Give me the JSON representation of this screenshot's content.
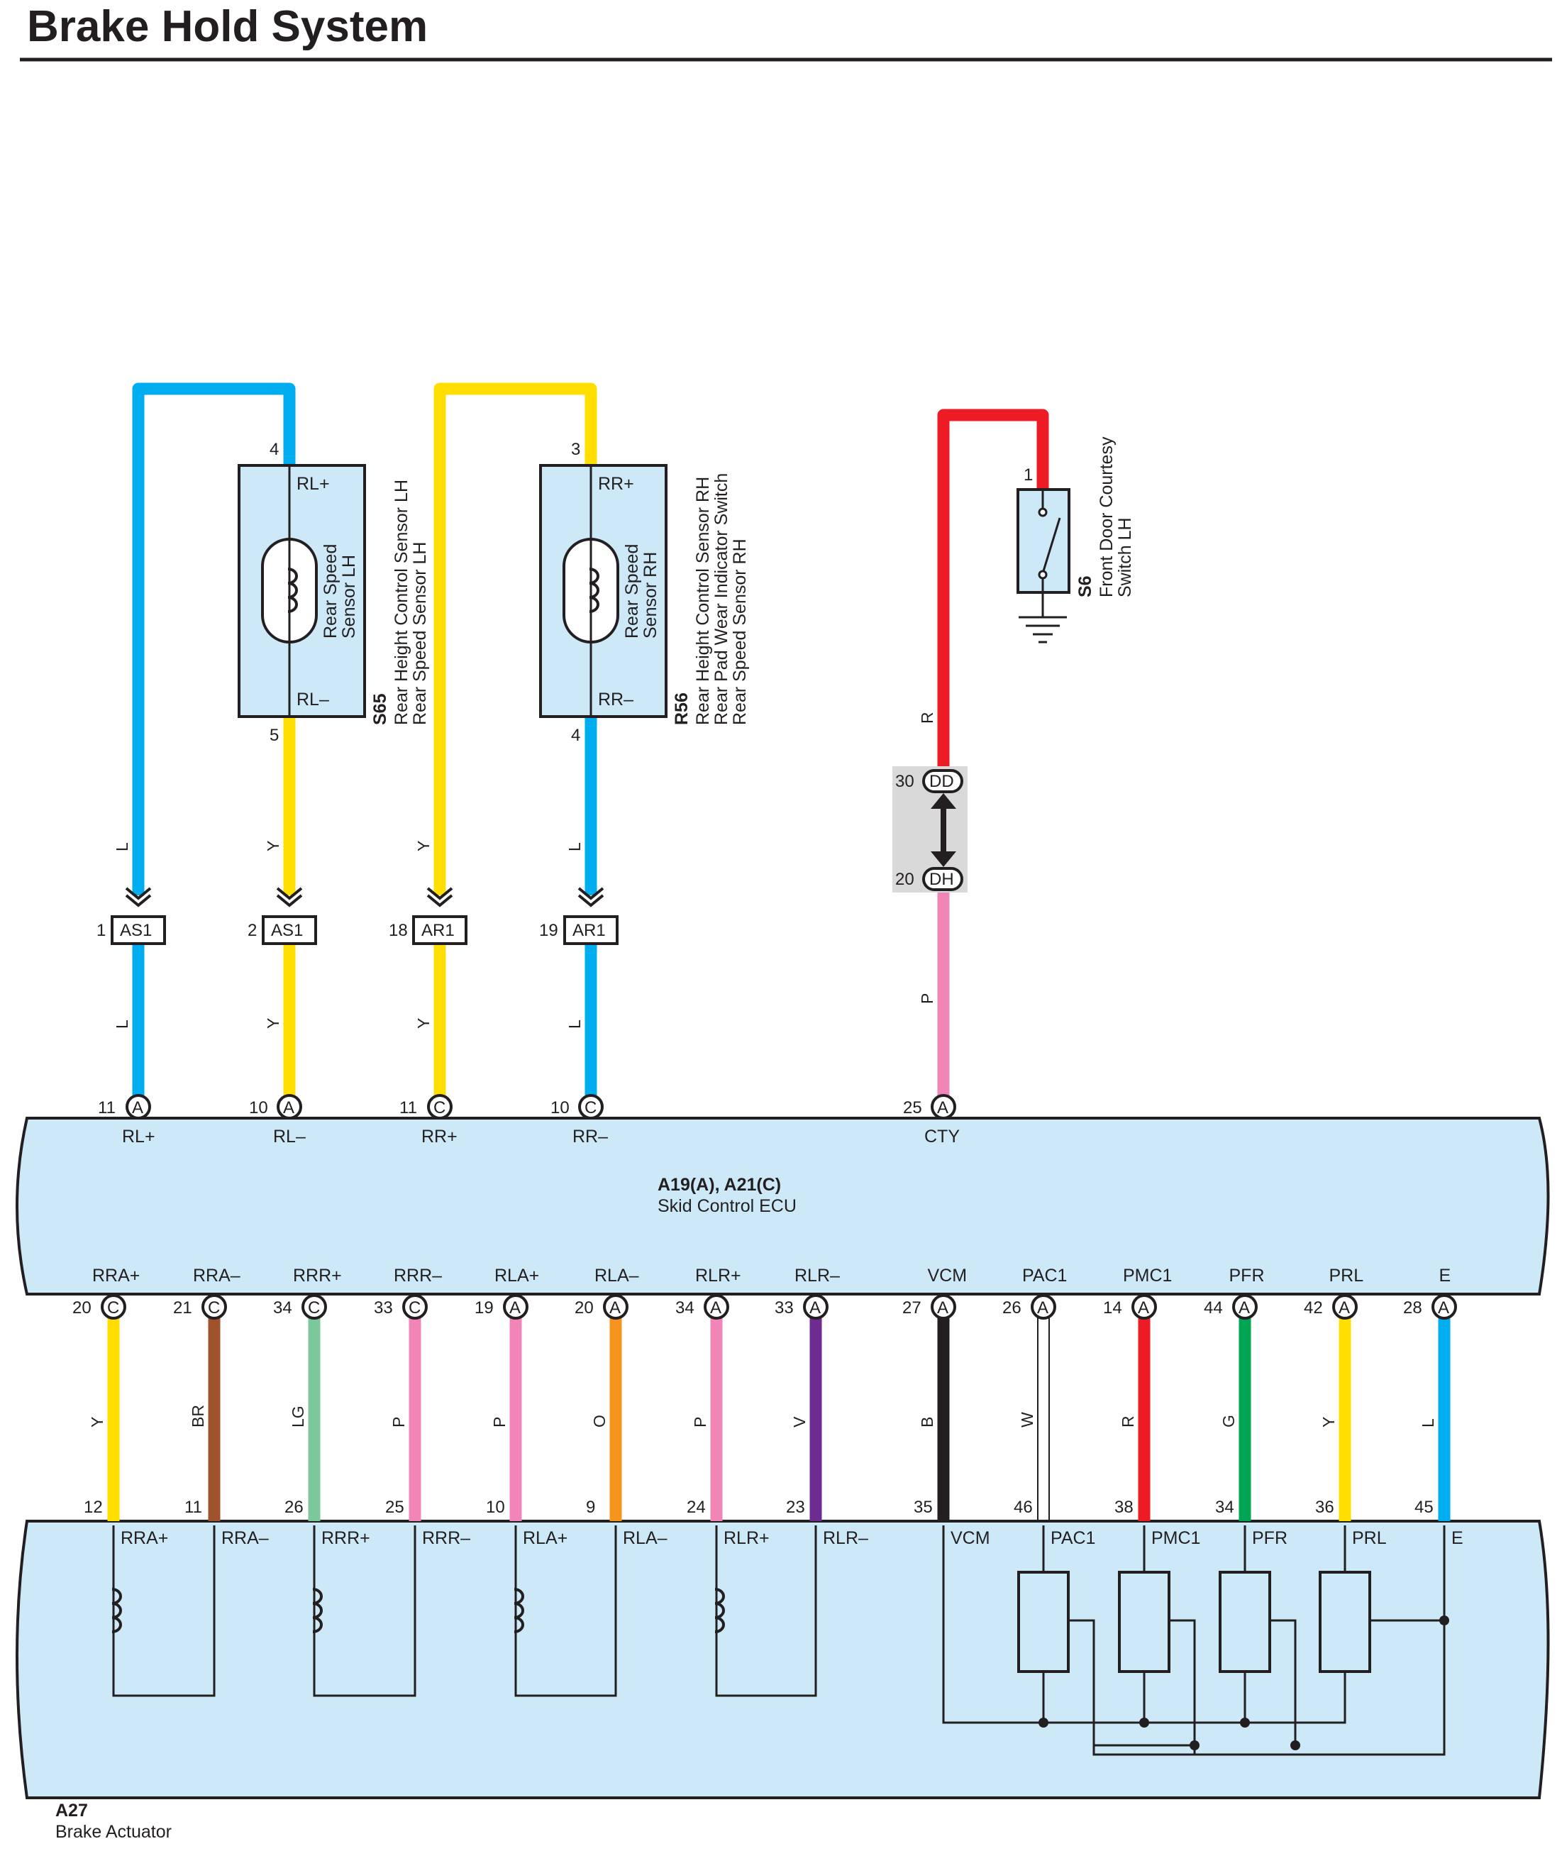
{
  "title": "Brake Hold System",
  "colors": {
    "L": "#00aeef",
    "Y": "#ffde00",
    "R": "#ed1c24",
    "P": "#f285b8",
    "BR": "#a0522d",
    "LG": "#7cc89a",
    "O": "#f7941d",
    "V": "#6e2c91",
    "B": "#231f20",
    "W": "#ffffff",
    "G": "#00a651",
    "ecu": "#cde9f8",
    "joint": "#d9d9d9"
  },
  "sensor_lh": {
    "code": "S65",
    "name1": "Rear Height Control Sensor LH",
    "name2": "Rear Speed Sensor LH",
    "inner1": "Rear Speed",
    "inner2": "Sensor LH",
    "term_top": "RL+",
    "term_bot": "RL–",
    "pin_top": "4",
    "pin_bot": "5"
  },
  "sensor_rh": {
    "code": "R56",
    "name1": "Rear Height Control Sensor RH",
    "name2": "Rear Pad Wear Indicator Switch",
    "name3": "Rear Speed Sensor RH",
    "inner1": "Rear Speed",
    "inner2": "Sensor RH",
    "term_top": "RR+",
    "term_bot": "RR–",
    "pin_top": "3",
    "pin_bot": "4"
  },
  "door_switch": {
    "code": "S6",
    "name1": "Front Door Courtesy",
    "name2": "Switch LH",
    "pin": "1"
  },
  "joint": {
    "pin1": "30",
    "code1": "DD",
    "pin2": "20",
    "code2": "DH"
  },
  "wires_top": [
    {
      "color": "L",
      "upper": "L",
      "pin": "1",
      "conn": "AS1",
      "ecu_pin": "11",
      "ecu_conn": "A",
      "term": "RL+"
    },
    {
      "color": "Y",
      "upper": "Y",
      "pin": "2",
      "conn": "AS1",
      "ecu_pin": "10",
      "ecu_conn": "A",
      "term": "RL–"
    },
    {
      "color": "Y",
      "upper": "Y",
      "pin": "18",
      "conn": "AR1",
      "ecu_pin": "11",
      "ecu_conn": "C",
      "term": "RR+"
    },
    {
      "color": "L",
      "upper": "L",
      "pin": "19",
      "conn": "AR1",
      "ecu_pin": "10",
      "ecu_conn": "C",
      "term": "RR–"
    },
    {
      "color": "P",
      "upper": "R",
      "ecu_pin": "25",
      "ecu_conn": "A",
      "term": "CTY"
    }
  ],
  "ecu": {
    "code": "A19(A), A21(C)",
    "name": "Skid Control ECU"
  },
  "wires_bottom": [
    {
      "term": "RRA+",
      "pin": "20",
      "conn": "C",
      "color": "Y",
      "act_pin": "12"
    },
    {
      "term": "RRA–",
      "pin": "21",
      "conn": "C",
      "color": "BR",
      "act_pin": "11"
    },
    {
      "term": "RRR+",
      "pin": "34",
      "conn": "C",
      "color": "LG",
      "act_pin": "26"
    },
    {
      "term": "RRR–",
      "pin": "33",
      "conn": "C",
      "color": "P",
      "act_pin": "25"
    },
    {
      "term": "RLA+",
      "pin": "19",
      "conn": "A",
      "color": "P",
      "act_pin": "10"
    },
    {
      "term": "RLA–",
      "pin": "20",
      "conn": "A",
      "color": "O",
      "act_pin": "9"
    },
    {
      "term": "RLR+",
      "pin": "34",
      "conn": "A",
      "color": "P",
      "act_pin": "24"
    },
    {
      "term": "RLR–",
      "pin": "33",
      "conn": "A",
      "color": "V",
      "act_pin": "23"
    },
    {
      "term": "VCM",
      "pin": "27",
      "conn": "A",
      "color": "B",
      "act_pin": "35"
    },
    {
      "term": "PAC1",
      "pin": "26",
      "conn": "A",
      "color": "W",
      "act_pin": "46"
    },
    {
      "term": "PMC1",
      "pin": "14",
      "conn": "A",
      "color": "R",
      "act_pin": "38"
    },
    {
      "term": "PFR",
      "pin": "44",
      "conn": "A",
      "color": "G",
      "act_pin": "34"
    },
    {
      "term": "PRL",
      "pin": "42",
      "conn": "A",
      "color": "Y",
      "act_pin": "36"
    },
    {
      "term": "E",
      "pin": "28",
      "conn": "A",
      "color": "L",
      "act_pin": "45"
    }
  ],
  "actuator": {
    "code": "A27",
    "name": "Brake Actuator"
  }
}
